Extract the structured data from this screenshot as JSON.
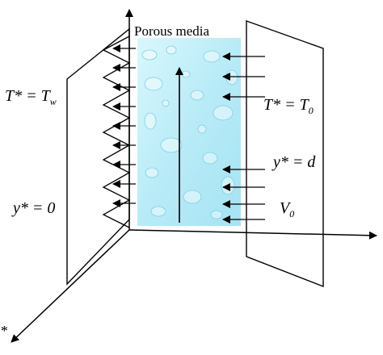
{
  "diagram": {
    "title": "Porous media",
    "labels": {
      "wall_temperature": {
        "lhs": "T* = T",
        "sub": "w"
      },
      "free_stream_temperature": {
        "lhs": "T* = T",
        "sub": "0"
      },
      "y_zero": "y* = 0",
      "y_d": "y* = d",
      "suction_velocity": {
        "main": "V",
        "sub": "0"
      },
      "z_axis": "*"
    },
    "colors": {
      "ink": "#000000",
      "media_light": "#e8fbff",
      "media_mid": "#bfeef9",
      "media_dark": "#8fd8ea"
    }
  }
}
